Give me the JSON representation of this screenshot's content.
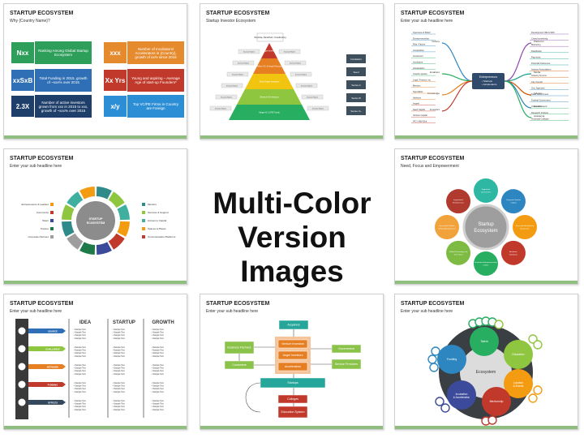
{
  "center": {
    "line1": "Multi-Color",
    "line2": "Version Images"
  },
  "slides": {
    "ecosystem_title": "STARTUP ECOSYSTEM",
    "s1_sub": "Why {Country Name}?",
    "s2_sub": "Startup Investor Ecosystem",
    "s3_sub": "Enter your sub headline here",
    "s4_sub": "Enter your sub headline here",
    "s6_sub": "Need, Focus and Empowerment",
    "s7_sub": "Enter your sub headline here",
    "s8_sub": "Enter your sub headline here",
    "s9_sub": "Enter your sub headline here"
  },
  "s1": {
    "tiles": [
      {
        "icon": "Nxx",
        "text": "Ranking Among Global Startup Ecosystem",
        "color": "#2e9e5b"
      },
      {
        "icon": "xxx",
        "text": "Number of Incubators/ Accelerators in {Country}, growth of xx% since 2015",
        "color": "#e68a2e"
      },
      {
        "icon": "xxSxB",
        "text": "Total Funding in 2015, growth of ~xxx% over 2015",
        "color": "#2f6fb5"
      },
      {
        "icon": "Xx Yrs",
        "text": "Young and aspiring – Average Age of start-up Founders*",
        "color": "#c0392b"
      },
      {
        "icon": "2.3X",
        "text": "Number of active investors grown from xxx in 2015 to xxx, growth of ~xxx% over 2015",
        "color": "#1f3f6b"
      },
      {
        "icon": "x/y",
        "text": "Top VC/PE Firms in Country are Foreign",
        "color": "#2c8fd6"
      }
    ]
  },
  "s2": {
    "top": "Bootstrap, Bank/Debt, Crowdfunding",
    "levels": [
      "Angel Investor",
      "Micro VC & Angel Groups",
      "Seed Stage Investors",
      "Series A-B Investors",
      "Mega VC & PE Funds"
    ],
    "stages": [
      "Incubation",
      "Seed",
      "Series A",
      "Series B",
      "Series C+"
    ],
    "box": "Investor Name"
  },
  "s3": {
    "center": "Entrepreneurs",
    "center_items": [
      "Startups",
      "Accelerators"
    ],
    "left": [
      "Culture",
      "Enablers",
      "Knowledge",
      "Investors"
    ],
    "right": [
      "Platforms",
      "Media",
      "Industry",
      "Government",
      "Academia"
    ],
    "leaf_left": [
      "Openness & Belief",
      "Entrepreneurship",
      "Risk / Failure",
      "Competition",
      "Investment",
      "Incubators",
      "Accelerators",
      "Cowork spaces",
      "Legal, Finance, etc",
      "Mentors",
      "Specialists",
      "Advisors",
      "Angels",
      "Seed Capital",
      "Venture Capital",
      "IPO / M&A Exit"
    ],
    "leaf_right": [
      "Development IDE & SDK",
      "Crowd something",
      "Marketing",
      "Distribution",
      "Payments",
      "Potential Customers",
      "Industry Associations",
      "Industry Forums",
      "City Council",
      "Gov. Agencies",
      "State Government",
      "Federal Government",
      "Universities",
      "Research Institute",
      "Technical Colleges"
    ]
  },
  "s4": {
    "center": "STARTUP ECOSYSTEM",
    "left": [
      "Entrepreneurs & Leaders",
      "Community",
      "Talent",
      "Partner",
      "Corporate Partners"
    ],
    "right": [
      "Mentors",
      "Services & Support",
      "Access to Capital",
      "Spaces & Places",
      "Communication Platforms"
    ],
    "colors": [
      "#2f8a8a",
      "#8fc63f",
      "#3fb0a0",
      "#f39c12",
      "#c0392b",
      "#3b4a9a",
      "#1f7a4a",
      "#9e9e9e"
    ]
  },
  "s6": {
    "center": "Startup Ecosystem",
    "items": [
      "Supportive Government",
      "Corporate Venture Capital",
      "Successful Established Businesses",
      "Academic Institutions",
      "Innovative Entrepreneurship Culture",
      "Skilled Technology and Tech Talent",
      "Successful Problem Solving Entrepreneurs",
      "Inspirational Entrepreneurs"
    ],
    "colors": [
      "#2eb7a3",
      "#2e86c1",
      "#f39c12",
      "#c0392b",
      "#27ae60",
      "#7dbb42",
      "#f1a23a",
      "#b03a2e"
    ]
  },
  "s7": {
    "headers": [
      "IDEA",
      "STARTUP",
      "GROWTH"
    ],
    "rows": [
      "SOURCE",
      "CHALLENGE",
      "NETWORK",
      "FUNDING",
      "OFFICES"
    ],
    "sample": "Sample Text",
    "colors": [
      "#2e6fb7",
      "#8fc63f",
      "#e67e22",
      "#c0392b",
      "#34495e"
    ]
  },
  "s8": {
    "acquirers": "Acquirers",
    "business_partners": "Business Partners",
    "customers": "Customers",
    "government": "Government",
    "service_providers": "Service Providers",
    "vc": "Venture Investors",
    "angel": "Angel Investors",
    "accel": "Accelerators",
    "startups": "Startups",
    "colleges": "Colleges",
    "education": "Education System"
  },
  "s9": {
    "center": "Ecosystem",
    "items": [
      "Talent",
      "Education",
      "Location & Events",
      "Mentorship",
      "Incubation & Acceleration",
      "Funding"
    ],
    "colors": [
      "#27ae60",
      "#8fc63f",
      "#f39c12",
      "#c0392b",
      "#3b4a9a",
      "#2e86c1"
    ]
  }
}
